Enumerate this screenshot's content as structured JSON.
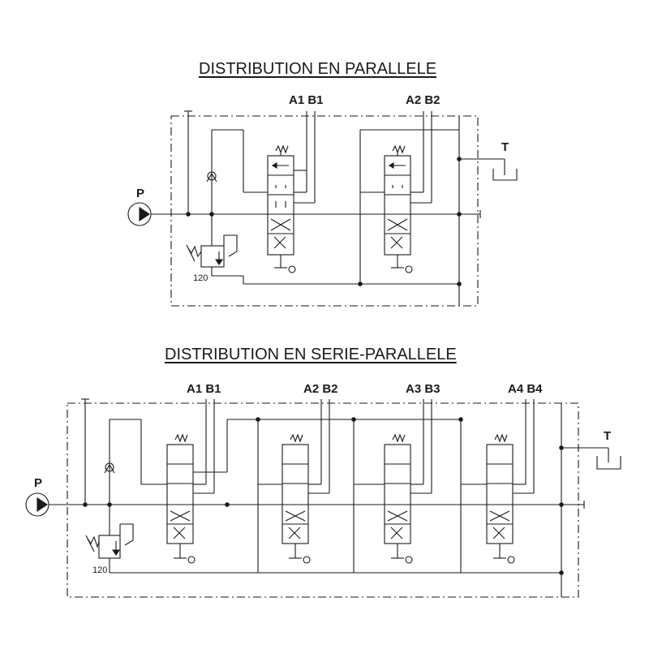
{
  "diagram_1": {
    "title": "DISTRIBUTION EN PARALLELE",
    "pump_label": "P",
    "tank_label": "T",
    "relief_setting": "120",
    "sections": [
      {
        "ports": "A1 B1"
      },
      {
        "ports": "A2 B2"
      }
    ]
  },
  "diagram_2": {
    "title": "DISTRIBUTION EN SERIE-PARALLELE",
    "pump_label": "P",
    "tank_label": "T",
    "relief_setting": "120",
    "sections": [
      {
        "ports": "A1 B1"
      },
      {
        "ports": "A2 B2"
      },
      {
        "ports": "A3 B3"
      },
      {
        "ports": "A4 B4"
      }
    ]
  },
  "colors": {
    "line": "#1a1a1a",
    "background": "#ffffff"
  }
}
